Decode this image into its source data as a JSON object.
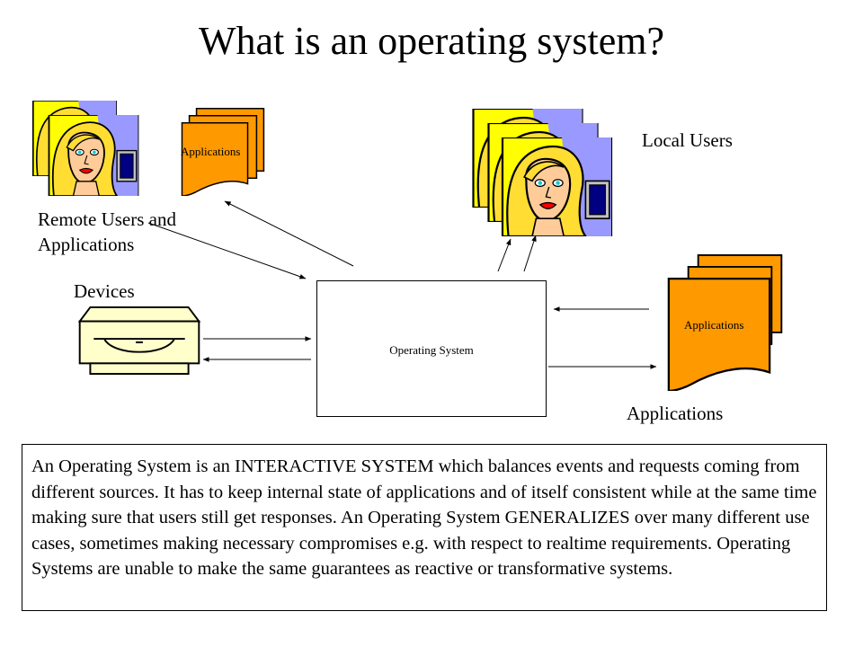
{
  "title": "What is an operating system?",
  "labels": {
    "remote_users_line1": "Remote Users and",
    "remote_users_line2": "Applications",
    "local_users": "Local Users",
    "devices": "Devices",
    "applications_bottom": "Applications"
  },
  "nodes": {
    "operating_system": "Operating System",
    "applications_remote_doc": "Applications",
    "applications_right_doc": "Applications"
  },
  "description": "An Operating System is an INTERACTIVE SYSTEM which balances events and requests coming from different sources. It has to keep internal state of applications and of itself consistent while at the same time making sure that users still get responses. An Operating System GENERALIZES over many different use cases, sometimes making necessary compromises e.g. with respect to realtime requirements. Operating Systems are unable to make the same guarantees as reactive or transformative systems.",
  "colors": {
    "document_fill": "#FF9900",
    "face_background": "#FFFF00",
    "card_back": "#9999FF",
    "hair": "#FFDD33",
    "skin": "#FFCC99",
    "monitor": "#C0C0C0",
    "device_fill": "#FFFFCC"
  },
  "icons": [
    "user-portrait-icon",
    "document-stack-icon",
    "disk-drive-icon"
  ]
}
